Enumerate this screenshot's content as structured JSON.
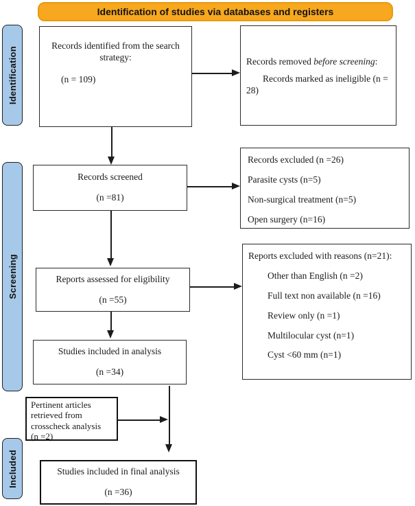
{
  "banner": {
    "title": "Identification of studies via databases and registers"
  },
  "stages": [
    {
      "label": "Identification"
    },
    {
      "label": "Screening"
    },
    {
      "label": "Included"
    }
  ],
  "boxes": {
    "records_identified": {
      "text": "Records identified from the search strategy:",
      "count": "(n = 109)"
    },
    "records_removed": {
      "prefix": "Records removed ",
      "italic": "before screening",
      "suffix": ":",
      "detail": "Records marked as ineligible (n = 28)"
    },
    "records_screened": {
      "text": "Records screened",
      "count": "(n =81)"
    },
    "records_excluded": {
      "lines": [
        "Records excluded (n =26)",
        "Parasite cysts (n=5)",
        "Non-surgical treatment (n=5)",
        "Open surgery (n=16)"
      ]
    },
    "reports_assessed": {
      "text": "Reports assessed for eligibility",
      "count": "(n =55)"
    },
    "reports_excluded": {
      "header": "Reports excluded with reasons (n=21):",
      "lines": [
        "Other than English (n =2)",
        "Full text non available (n =16)",
        "Review only (n =1)",
        "Multilocular cyst (n=1)",
        "Cyst <60 mm (n=1)"
      ]
    },
    "studies_included_analysis": {
      "text": "Studies included in analysis",
      "count": "(n =34)"
    },
    "pertinent_articles": {
      "lines": [
        "Pertinent articles",
        "retrieved from",
        "crosscheck analysis",
        "(n =2)"
      ]
    },
    "studies_final": {
      "text": "Studies included in final analysis",
      "count": "(n =36)"
    }
  },
  "colors": {
    "banner_bg": "#F7A81E",
    "stage_bg": "#A6C9E9",
    "box_border": "#2A2A2A"
  }
}
